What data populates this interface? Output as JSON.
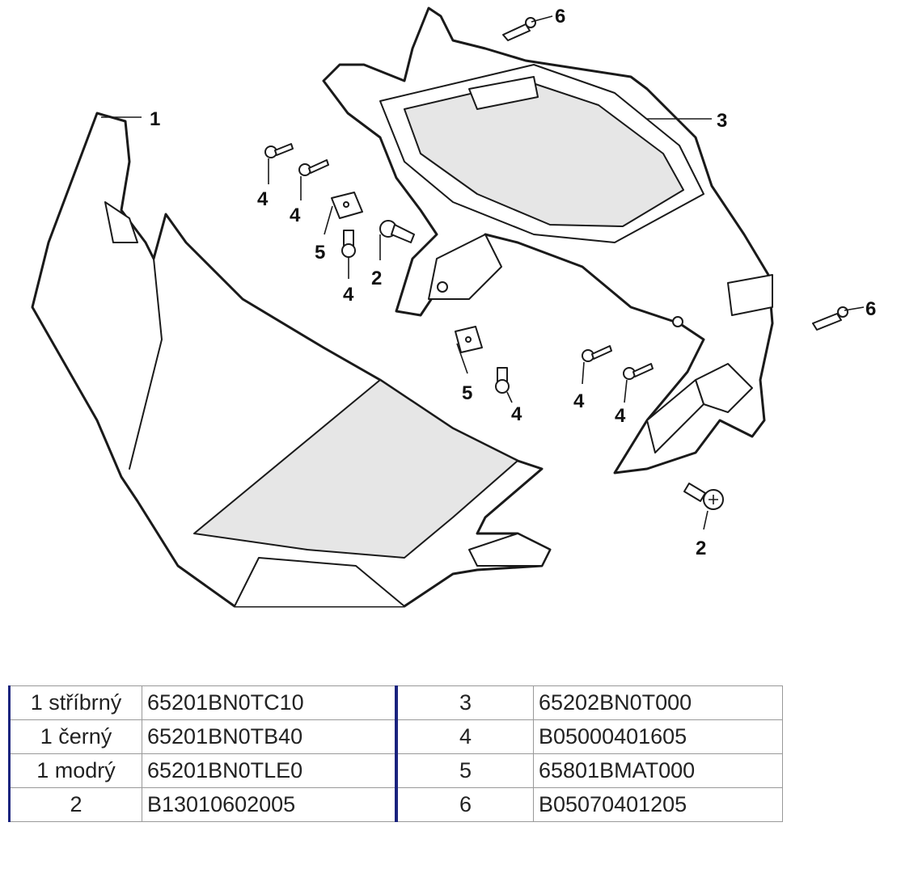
{
  "callouts": {
    "c1": "1",
    "c2a": "2",
    "c2b": "2",
    "c3": "3",
    "c4a": "4",
    "c4b": "4",
    "c4c": "4",
    "c4d": "4",
    "c4e": "4",
    "c4f": "4",
    "c5a": "5",
    "c5b": "5",
    "c6a": "6",
    "c6b": "6"
  },
  "parts_table": {
    "left": [
      {
        "desc": "1 stříbrný",
        "code": "65201BN0TC10"
      },
      {
        "desc": "1 černý",
        "code": "65201BN0TB40"
      },
      {
        "desc": "1 modrý",
        "code": "65201BN0TLE0"
      },
      {
        "desc": "2",
        "code": "B13010602005"
      }
    ],
    "right": [
      {
        "desc": "3",
        "code": "65202BN0T000"
      },
      {
        "desc": "4",
        "code": "B05000401605"
      },
      {
        "desc": "5",
        "code": "65801BMAT000"
      },
      {
        "desc": "6",
        "code": "B05070401205"
      }
    ]
  }
}
